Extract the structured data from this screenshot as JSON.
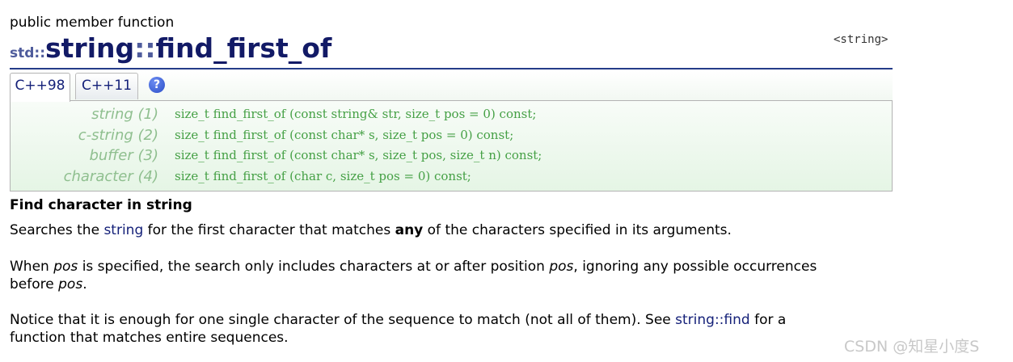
{
  "page": {
    "kind": "public member function",
    "title_ns": "std::",
    "title_class": "string",
    "title_sep": "::",
    "title_fn": "find_first_of",
    "header_file": "<string>"
  },
  "tabs": [
    {
      "label": "C++98",
      "active": true
    },
    {
      "label": "C++11",
      "active": false
    }
  ],
  "help_icon": {
    "glyph": "?",
    "name": "help-icon"
  },
  "prototypes": [
    {
      "label": "string (1)",
      "code": "size_t find_first_of (const string& str, size_t pos = 0) const;"
    },
    {
      "label": "c-string (2)",
      "code": "size_t find_first_of (const char* s, size_t pos = 0) const;"
    },
    {
      "label": "buffer (3)",
      "code": "size_t find_first_of (const char* s, size_t pos, size_t n) const;"
    },
    {
      "label": "character (4)",
      "code": "size_t find_first_of (char c, size_t pos = 0) const;"
    }
  ],
  "description": {
    "heading": "Find character in string",
    "p1": {
      "a": "Searches the ",
      "link": "string",
      "b": " for the first character that matches ",
      "strong": "any",
      "c": " of the characters specified in its arguments."
    },
    "p2": {
      "a": "When ",
      "em1": "pos",
      "b": " is specified, the search only includes characters at or after position ",
      "em2": "pos",
      "c": ", ignoring any possible occurrences",
      "d": "before ",
      "em3": "pos",
      "e": "."
    },
    "p3": {
      "a": "Notice that it is enough for one single character of the sequence to match (not all of them). See ",
      "link": "string::find",
      "b": " for a",
      "c": "function that matches entire sequences."
    }
  },
  "watermark": "CSDN @知星小度S",
  "colors": {
    "title": "#121a66",
    "link": "#152179",
    "code": "#45a045",
    "label": "#8fbf8f",
    "rule": "#243c88"
  }
}
